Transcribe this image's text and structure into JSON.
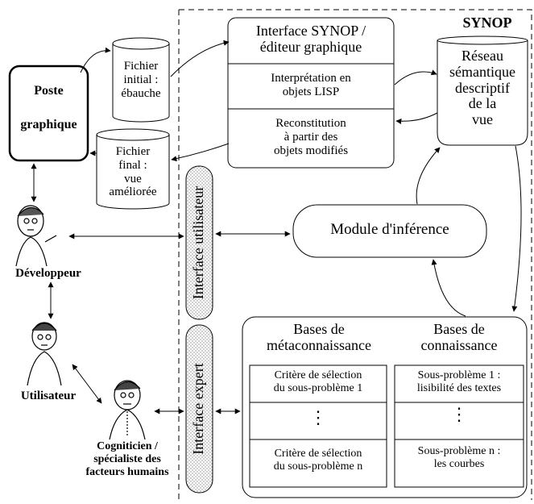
{
  "synop_title": "SYNOP",
  "poste": {
    "line1": "Poste",
    "line2": "graphique"
  },
  "fichier_initial": {
    "line1": "Fichier",
    "line2": "initial :",
    "line3": "ébauche"
  },
  "fichier_final": {
    "line1": "Fichier",
    "line2": "final :",
    "line3": "vue",
    "line4": "améliorée"
  },
  "interface_synop": {
    "title1": "Interface SYNOP /",
    "title2": "éditeur graphique",
    "interp1": "Interprétation en",
    "interp2": "objets LISP",
    "recon1": "Reconstitution",
    "recon2": "à partir des",
    "recon3": "objets modifiés"
  },
  "reseau": {
    "line1": "Réseau",
    "line2": "sémantique",
    "line3": "descriptif",
    "line4": "de la",
    "line5": "vue"
  },
  "module": "Module d'inférence",
  "interface_utilisateur": "Interface utilisateur",
  "interface_expert": "Interface expert",
  "developpeur": "Développeur",
  "utilisateur": "Utilisateur",
  "cogniticien": {
    "line1": "Cogniticien /",
    "line2": "spécialiste des",
    "line3": "facteurs humains"
  },
  "bases": {
    "meta1": "Bases de",
    "meta2": "métaconnaissance",
    "conn1": "Bases de",
    "conn2": "connaissance",
    "crit1a": "Critère de sélection",
    "crit1b": "du sous-problème 1",
    "critna": "Critère de sélection",
    "critnb": "du sous-problème n",
    "sp1a": "Sous-problème 1 :",
    "sp1b": "lisibilité des textes",
    "spna": "Sous-problème n :",
    "spnb": "les courbes",
    "dots": "⋮"
  }
}
